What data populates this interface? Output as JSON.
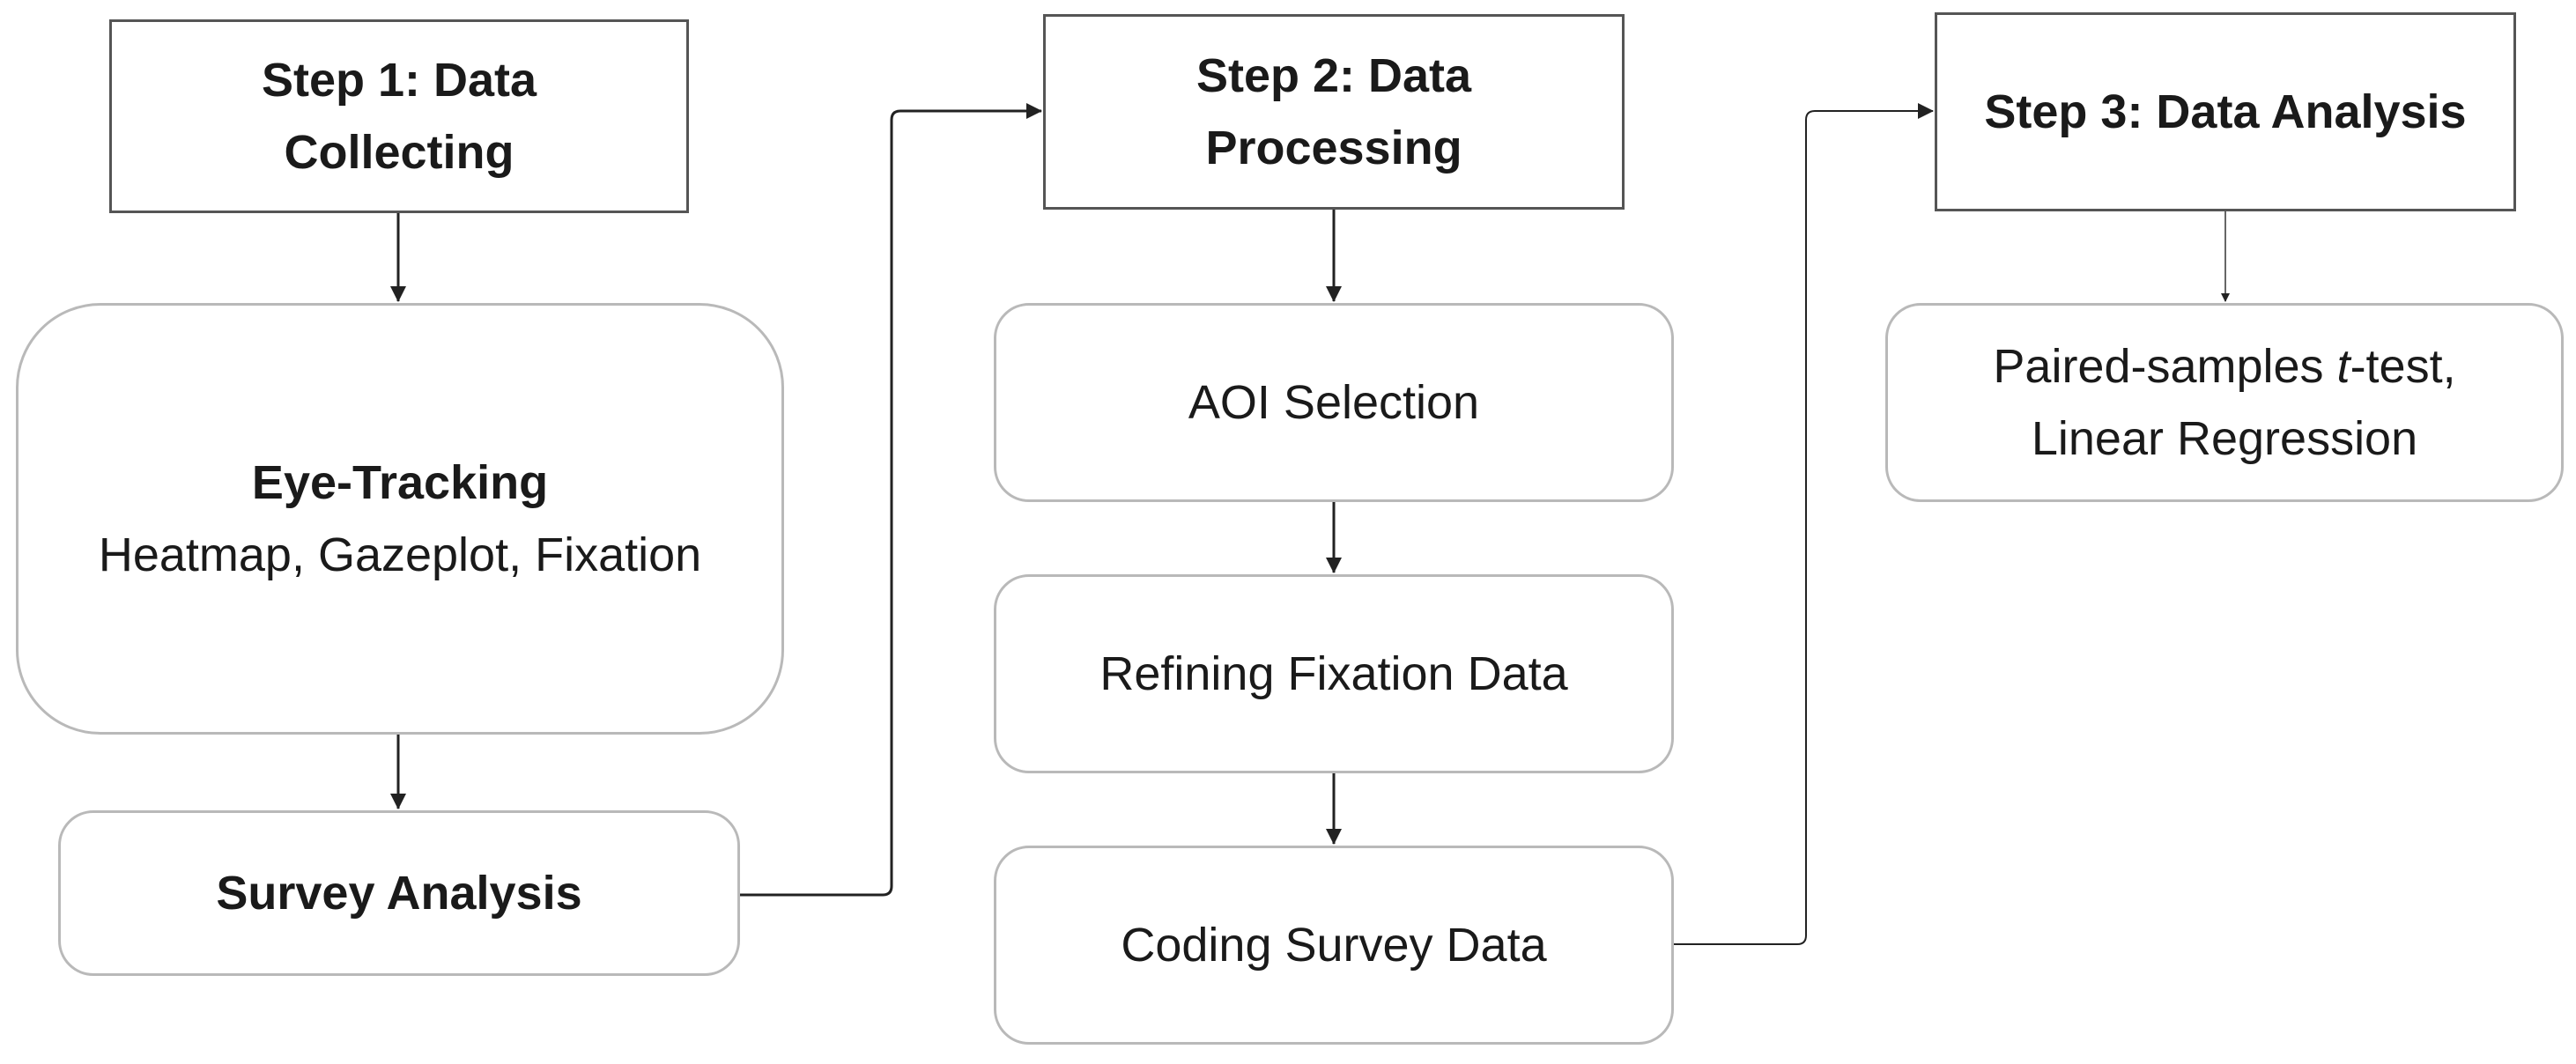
{
  "step1": {
    "title_line1": "Step 1: Data",
    "title_line2": "Collecting",
    "eye_tracking_title": "Eye-Tracking",
    "eye_tracking_detail": "Heatmap, Gazeplot, Fixation",
    "survey": "Survey Analysis"
  },
  "step2": {
    "title_line1": "Step 2: Data",
    "title_line2": "Processing",
    "aoi": "AOI Selection",
    "refining": "Refining Fixation Data",
    "coding": "Coding Survey Data"
  },
  "step3": {
    "title": "Step 3: Data Analysis",
    "analysis_prefix": "Paired-samples ",
    "analysis_t": "t",
    "analysis_suffix": "-test,",
    "analysis_line2": "Linear Regression"
  },
  "colors": {
    "step_border": "#555555",
    "process_border": "#b9b9b9",
    "arrow": "#222222"
  }
}
